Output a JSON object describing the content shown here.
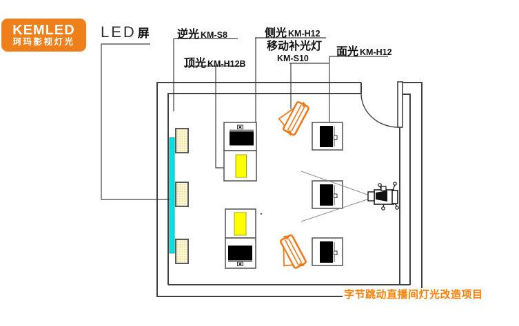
{
  "logo": {
    "brand": "KEMLED",
    "subtitle": "珂玛影视灯光"
  },
  "diagram_labels": {
    "led_screen": {
      "name_latin": "LED",
      "name_cjk": "屏"
    },
    "backlight": {
      "name": "逆光",
      "model": "KM-S8"
    },
    "top_light": {
      "name": "顶光",
      "model": "KM-H12B"
    },
    "side_light": {
      "name": "侧光",
      "model": "KM-H12"
    },
    "mobile_fill_light": {
      "name": "移动补光灯",
      "model": "KM-S10"
    },
    "face_light": {
      "name": "面光",
      "model": "KM-H12"
    }
  },
  "footer": {
    "project_title": "字节跳动直播间灯光改造项目"
  },
  "colors": {
    "brand_orange": "#EF7F1A",
    "fixture_orange": "#F07818",
    "project_text_orange": "#FF7E00",
    "led_screen_cyan": "#00E3E3",
    "fixture_yellow": "#FFFF00",
    "hatch_yellow": "#F4E596",
    "wall_line": "#3F3F3F"
  }
}
